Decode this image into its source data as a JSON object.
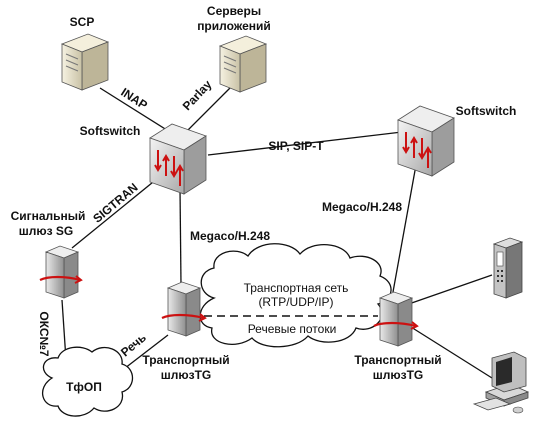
{
  "labels": {
    "scp": "SCP",
    "app_servers_line1": "Серверы",
    "app_servers_line2": "приложений",
    "softswitch_left": "Softswitch",
    "softswitch_right": "Softswitch",
    "sg_line1": "Сигнальный",
    "sg_line2": "шлюз SG",
    "tg_left_line1": "Транспортный",
    "tg_left_line2": "шлюзTG",
    "tg_right_line1": "Транспортный",
    "tg_right_line2": "шлюзTG",
    "pstn": "ТфОП",
    "transport_net_line1": "Транспортная сеть",
    "transport_net_line2": "(RTP/UDP/IP)",
    "voice_streams": "Речевые потоки"
  },
  "links": {
    "inap": "INAP",
    "parlay": "Parlay",
    "sip": "SIP, SIP-T",
    "sigtran": "SIGTRAN",
    "megaco_left": "Megaco/H.248",
    "megaco_right": "Megaco/H.248",
    "okc7": "ОКС№7",
    "speech": "Речь"
  },
  "icons": {
    "scp": "server-icon",
    "app_servers": "server-icon",
    "softswitch": "router-icon",
    "gateway": "gateway-tower-icon",
    "phone": "ip-phone-icon",
    "pc": "desktop-computer-icon",
    "cloud": "cloud-icon"
  },
  "colors": {
    "accent_red": "#cc1111",
    "device_gray": "#c8c8c8",
    "server_beige": "#e8e2cc"
  }
}
